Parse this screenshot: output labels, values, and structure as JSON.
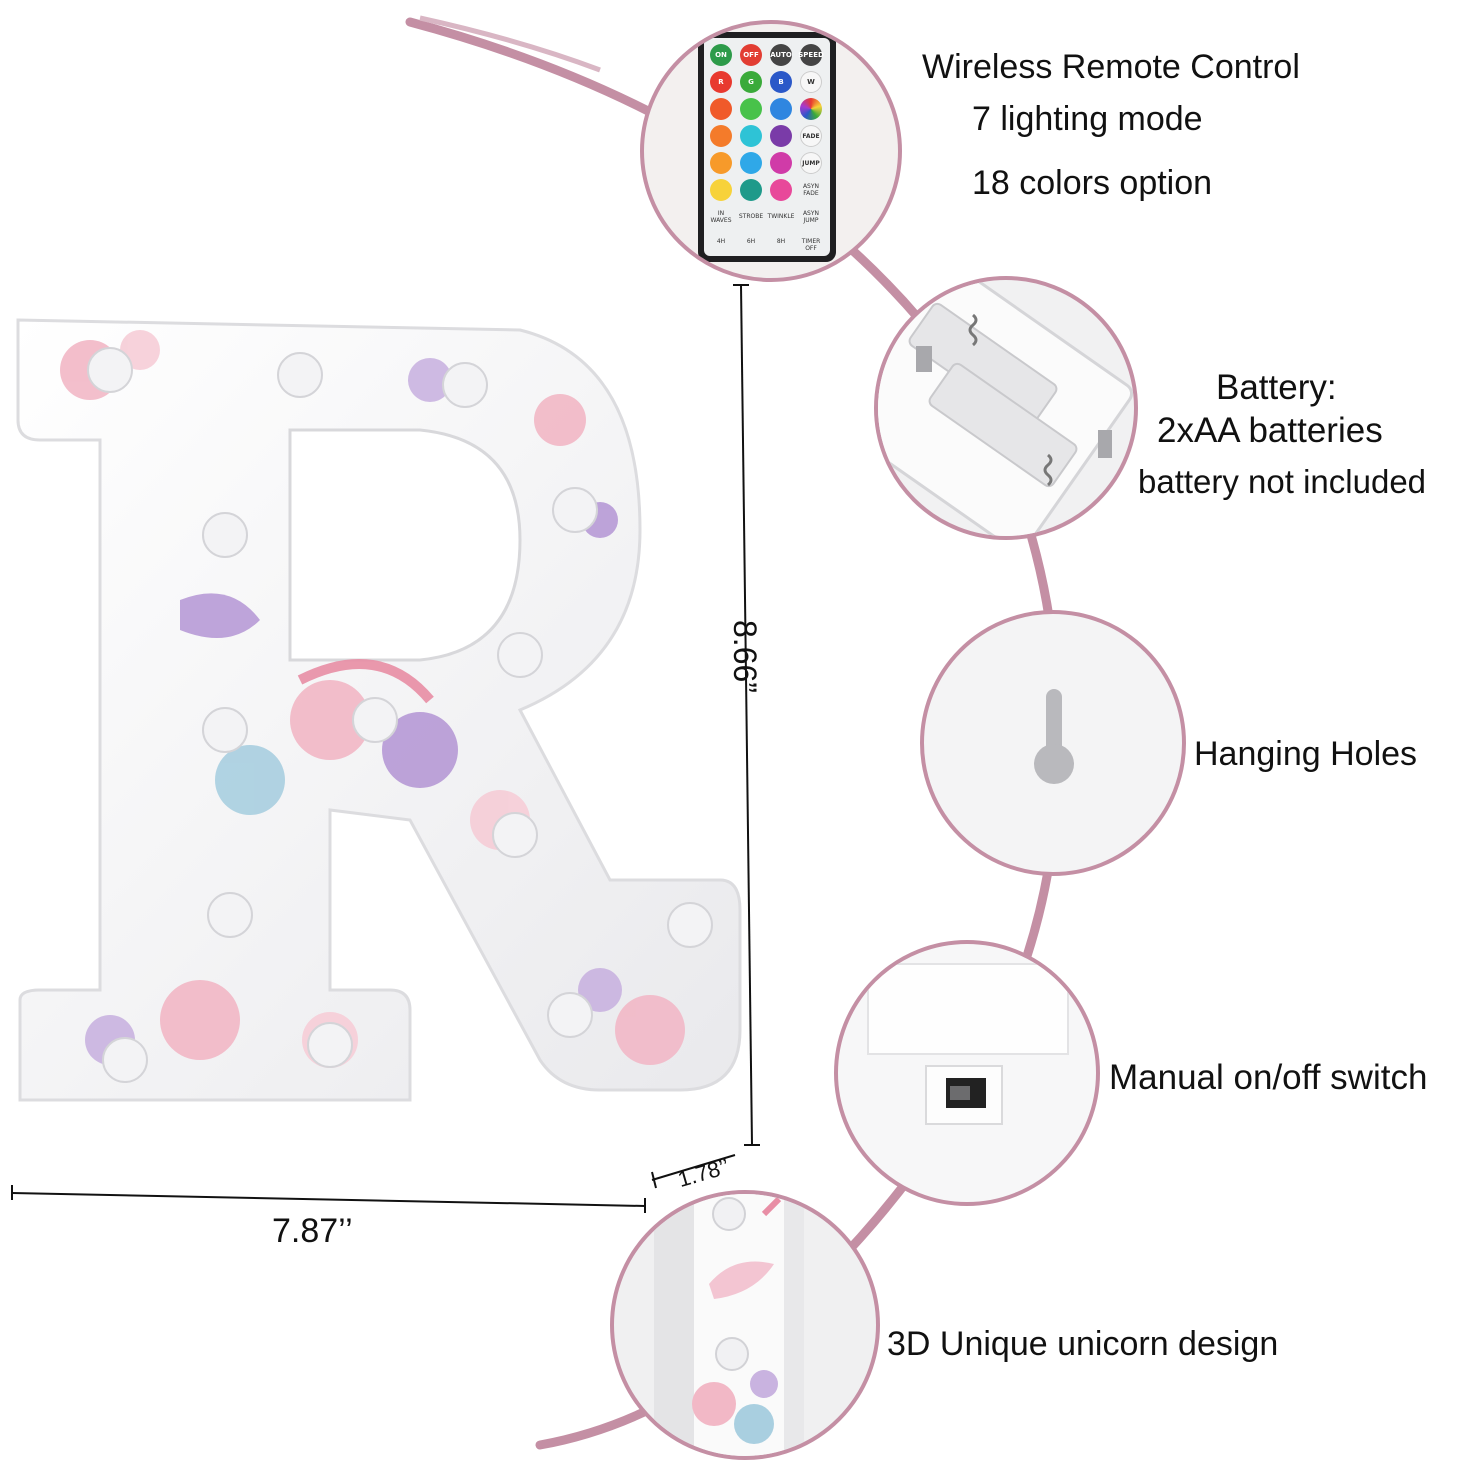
{
  "features": {
    "remote": {
      "title": "Wireless Remote Control",
      "line2": "7 lighting mode",
      "line3": "18 colors option",
      "buttons": {
        "on": "ON",
        "off": "OFF",
        "auto": "AUTO",
        "speed": "SPEED",
        "r": "R",
        "g": "G",
        "b": "B",
        "w": "W",
        "fade": "FADE",
        "jump": "JUMP",
        "asyn_fade": "ASYN FADE",
        "in_waves": "IN WAVES",
        "strobe": "STROBE",
        "twinkle": "TWINKLE",
        "asyn_jump": "ASYN JUMP",
        "h4": "4H",
        "h6": "6H",
        "h8": "8H",
        "timer_off": "TIMER OFF"
      }
    },
    "battery": {
      "title": "Battery:",
      "line2": "2xAA batteries",
      "line3": "battery not included"
    },
    "hanging": {
      "title": "Hanging Holes"
    },
    "switch": {
      "title": "Manual on/off switch"
    },
    "design": {
      "title": "3D Unique unicorn design"
    }
  },
  "dimensions": {
    "height": "8.66”",
    "width": "7.87’’",
    "depth": "1.78’’"
  },
  "colors": {
    "accent_arc": "#c48fa4",
    "letter_white": "#f6f6f6",
    "floral_pink": "#f2b8c6",
    "floral_purple": "#b79ad6",
    "floral_blue": "#a9cfe0"
  }
}
